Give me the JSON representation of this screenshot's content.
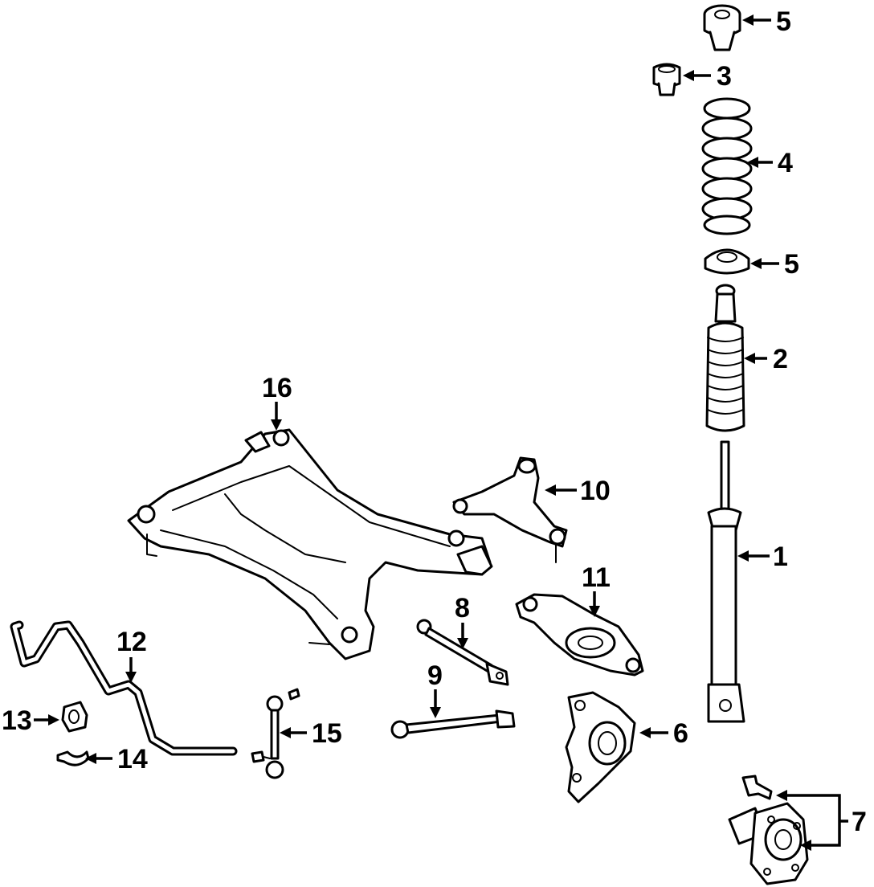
{
  "diagram": {
    "callouts": [
      {
        "id": "c5a",
        "label": "5"
      },
      {
        "id": "c3",
        "label": "3"
      },
      {
        "id": "c4",
        "label": "4"
      },
      {
        "id": "c5b",
        "label": "5"
      },
      {
        "id": "c2",
        "label": "2"
      },
      {
        "id": "c1",
        "label": "1"
      },
      {
        "id": "c16",
        "label": "16"
      },
      {
        "id": "c10",
        "label": "10"
      },
      {
        "id": "c11",
        "label": "11"
      },
      {
        "id": "c8",
        "label": "8"
      },
      {
        "id": "c9",
        "label": "9"
      },
      {
        "id": "c12",
        "label": "12"
      },
      {
        "id": "c13",
        "label": "13"
      },
      {
        "id": "c14",
        "label": "14"
      },
      {
        "id": "c15",
        "label": "15"
      },
      {
        "id": "c6",
        "label": "6"
      },
      {
        "id": "c7",
        "label": "7"
      }
    ]
  }
}
